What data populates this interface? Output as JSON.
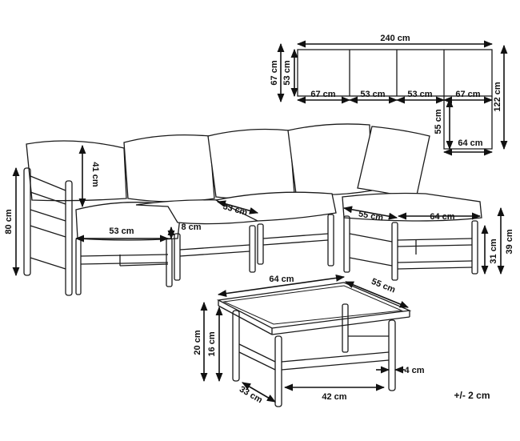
{
  "plan": {
    "total_width": "240 cm",
    "depth_inner": "53 cm",
    "depth_outer": "67 cm",
    "segments": [
      "67 cm",
      "53 cm",
      "53 cm",
      "67 cm"
    ],
    "corner_depth": "55 cm",
    "corner_width": "64 cm",
    "total_depth": "122 cm"
  },
  "sofa": {
    "height": "80 cm",
    "back_height": "41 cm",
    "seat_depth_front": "53 cm",
    "gap": "8 cm",
    "seat_depth_mid": "53 cm"
  },
  "ottoman": {
    "depth": "55 cm",
    "width": "64 cm",
    "height": "39 cm",
    "height_inner": "31 cm"
  },
  "table": {
    "width": "64 cm",
    "depth": "55 cm",
    "height": "20 cm",
    "height_inner": "16 cm",
    "leg": "4 cm",
    "inner_width": "42 cm",
    "inner_depth": "33 cm"
  },
  "tolerance": "+/- 2 cm"
}
